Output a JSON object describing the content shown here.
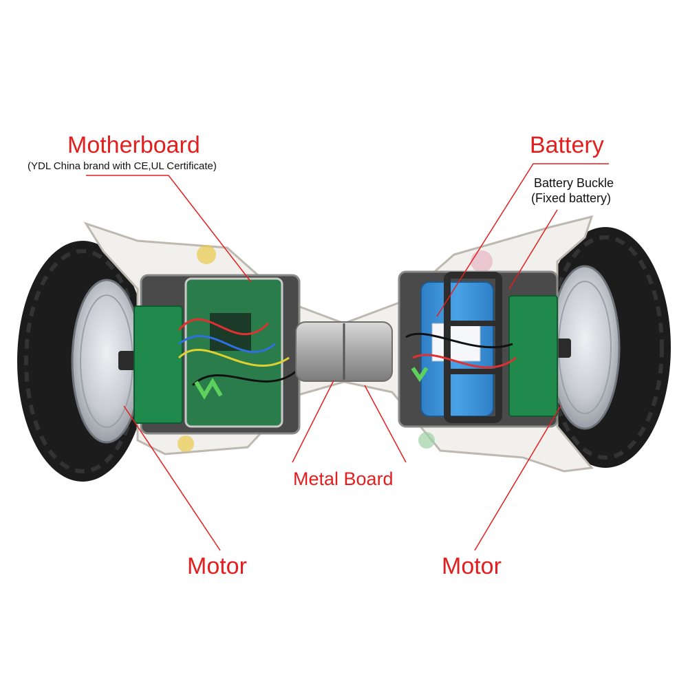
{
  "labels": {
    "motherboard": "Motherboard",
    "motherboard_note": "(YDL China brand with CE,UL Certificate)",
    "battery": "Battery",
    "battery_buckle": "Battery Buckle",
    "battery_buckle_note": "(Fixed battery)",
    "metal_board": "Metal Board",
    "motor_left": "Motor",
    "motor_right": "Motor"
  },
  "colors": {
    "label_red": "#e31e1e",
    "leader_line": "#e31e1e",
    "body_white": "#f2f0ec",
    "board_green": "#1f8a4c",
    "battery_blue": "#3a8fd6",
    "tire_black": "#1c1c1c",
    "hub_silver": "#c8ccd2"
  }
}
